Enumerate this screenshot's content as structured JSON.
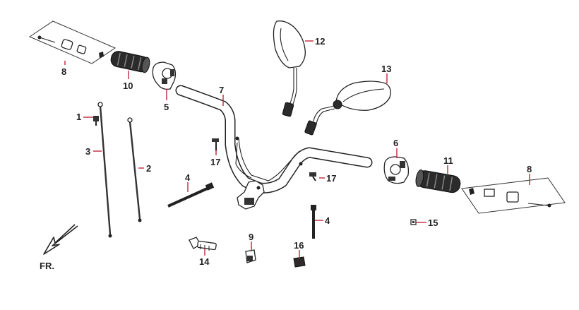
{
  "callouts": {
    "c1": "1",
    "c2": "2",
    "c3": "3",
    "c4a": "4",
    "c4b": "4",
    "c5": "5",
    "c6": "6",
    "c7": "7",
    "c8a": "8",
    "c8b": "8",
    "c9": "9",
    "c10": "10",
    "c11": "11",
    "c12": "12",
    "c13": "13",
    "c14": "14",
    "c15": "15",
    "c16": "16",
    "c17a": "17",
    "c17b": "17"
  },
  "orientation": {
    "label": "FR."
  }
}
